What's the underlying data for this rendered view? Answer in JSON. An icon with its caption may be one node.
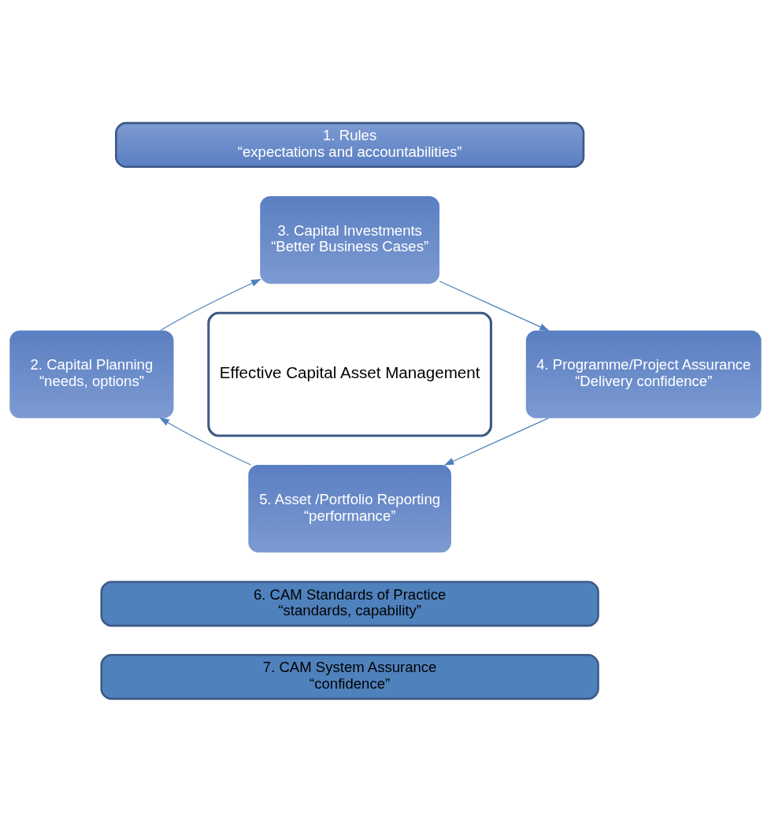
{
  "diagram": {
    "nodes": [
      {
        "text": [
          "1. Rules",
          "“expectations and accountabilities”"
        ]
      },
      {
        "text": [
          "3. Capital Investments",
          "“Better Business Cases”"
        ]
      },
      {
        "text": [
          "2. Capital Planning",
          "“needs, options”"
        ]
      },
      {
        "text": [
          "Effective Capital Asset Management"
        ]
      },
      {
        "text": [
          "4. Programme/Project Assurance",
          "“Delivery confidence”"
        ]
      },
      {
        "text": [
          "5. Asset /Portfolio Reporting",
          "“performance”"
        ]
      },
      {
        "text": [
          "6. CAM Standards of Practice",
          "“standards, capability”"
        ]
      },
      {
        "text": [
          "7. CAM System Assurance",
          "“confidence”"
        ]
      }
    ],
    "edges": [
      {
        "from": 2,
        "to": 1,
        "arrow": "to"
      },
      {
        "from": 1,
        "to": 4,
        "arrow": "to"
      },
      {
        "from": 4,
        "to": 5,
        "arrow": "to"
      },
      {
        "from": 5,
        "to": 2,
        "arrow": "to"
      }
    ]
  }
}
